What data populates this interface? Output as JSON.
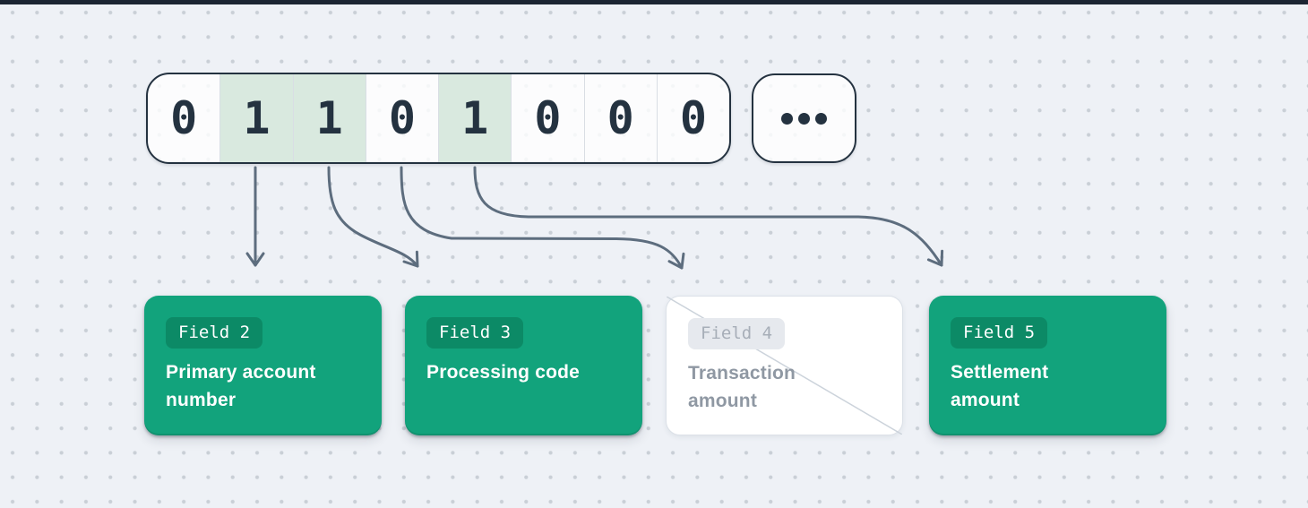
{
  "diagram": {
    "bitmap": {
      "bits": [
        {
          "value": "0",
          "state": "off"
        },
        {
          "value": "1",
          "state": "on"
        },
        {
          "value": "1",
          "state": "on"
        },
        {
          "value": "0",
          "state": "off"
        },
        {
          "value": "1",
          "state": "on"
        },
        {
          "value": "0",
          "state": "off"
        },
        {
          "value": "0",
          "state": "off"
        },
        {
          "value": "0",
          "state": "off"
        }
      ],
      "ellipsis_icon": "•••"
    },
    "fields": [
      {
        "badge": "Field 2",
        "title": "Primary account\nnumber",
        "state": "active"
      },
      {
        "badge": "Field 3",
        "title": "Processing code",
        "state": "active"
      },
      {
        "badge": "Field 4",
        "title": "Transaction\namount",
        "state": "disabled"
      },
      {
        "badge": "Field 5",
        "title": "Settlement\namount",
        "state": "active"
      }
    ],
    "colors": {
      "bg": "#eef1f6",
      "dot": "#c9cfd6",
      "topbar": "#1c2533",
      "ink": "#243240",
      "divider": "#d9dee4",
      "cell-green": "#d9e9df",
      "card-green": "#12a37c",
      "badge-green": "#0c8a66",
      "arrow": "#5d6d7e",
      "muted-text": "#8f98a3",
      "muted-badge-bg": "#e6e9ee",
      "muted-badge-text": "#a7aeb8",
      "card-border-gray": "#dce1e8",
      "strike": "#ccd3db"
    }
  }
}
